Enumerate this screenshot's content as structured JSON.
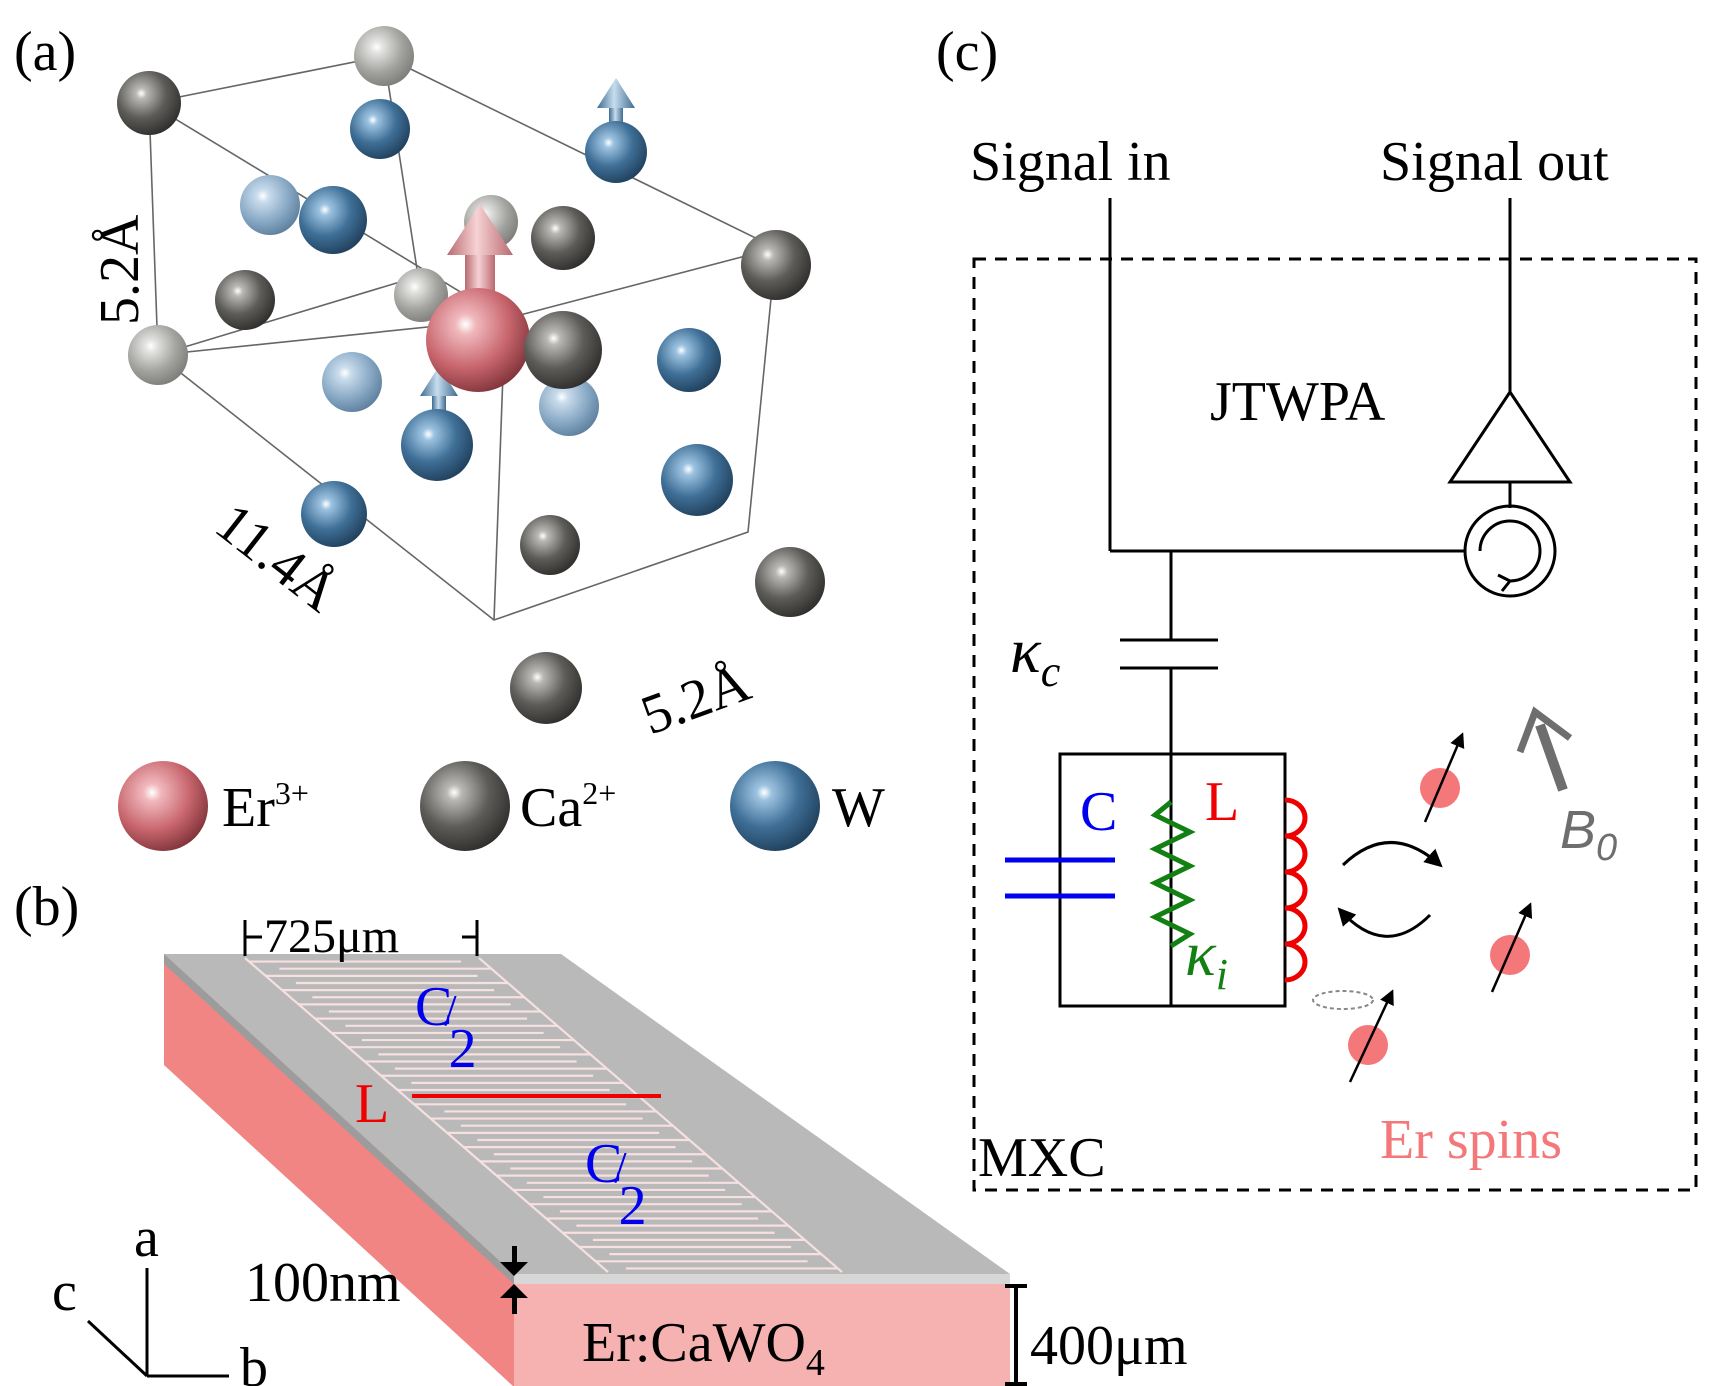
{
  "panels": {
    "a": {
      "label": "(a)",
      "dims": {
        "vertical": "5.2Å",
        "depth": "11.4Å",
        "width": "5.2Å"
      },
      "legend": [
        {
          "base": "Er",
          "sup": "3+",
          "color": "#d8757c"
        },
        {
          "base": "Ca",
          "sup": "2+",
          "color": "#5a5956"
        },
        {
          "base": "W",
          "sup": "",
          "color": "#4e7ca3"
        }
      ]
    },
    "b": {
      "label": "(b)",
      "width_label": "725μm",
      "cap_top": {
        "c": "C",
        "slash": "/",
        "n": "2"
      },
      "cap_bottom": {
        "c": "C",
        "slash": "/",
        "n": "2"
      },
      "inductor": "L",
      "film": "100nm",
      "substrate_base": "Er:CaWO",
      "substrate_sub": "4",
      "thickness": "400μm",
      "axes": {
        "a": "a",
        "b": "b",
        "c": "c"
      }
    },
    "c": {
      "label": "(c)",
      "signal_in": "Signal in",
      "signal_out": "Signal out",
      "amplifier": "JTWPA",
      "kappa_c": {
        "k": "κ",
        "sub": "c"
      },
      "kappa_i": {
        "k": "κ",
        "sub": "i"
      },
      "capacitor": "C",
      "inductor": "L",
      "field": {
        "b": "B",
        "sub": "0"
      },
      "spins": "Er spins",
      "fridge": "MXC"
    }
  },
  "colors": {
    "er": "#d8757c",
    "ca": "#5a5956",
    "w": "#4e7ca3",
    "blue_label": "#0000ee",
    "red_label": "#ee0000",
    "green_label": "#128012",
    "spin": "#f4777a",
    "substrate": "#f4aaaa",
    "metal": "#b9b9b9"
  }
}
